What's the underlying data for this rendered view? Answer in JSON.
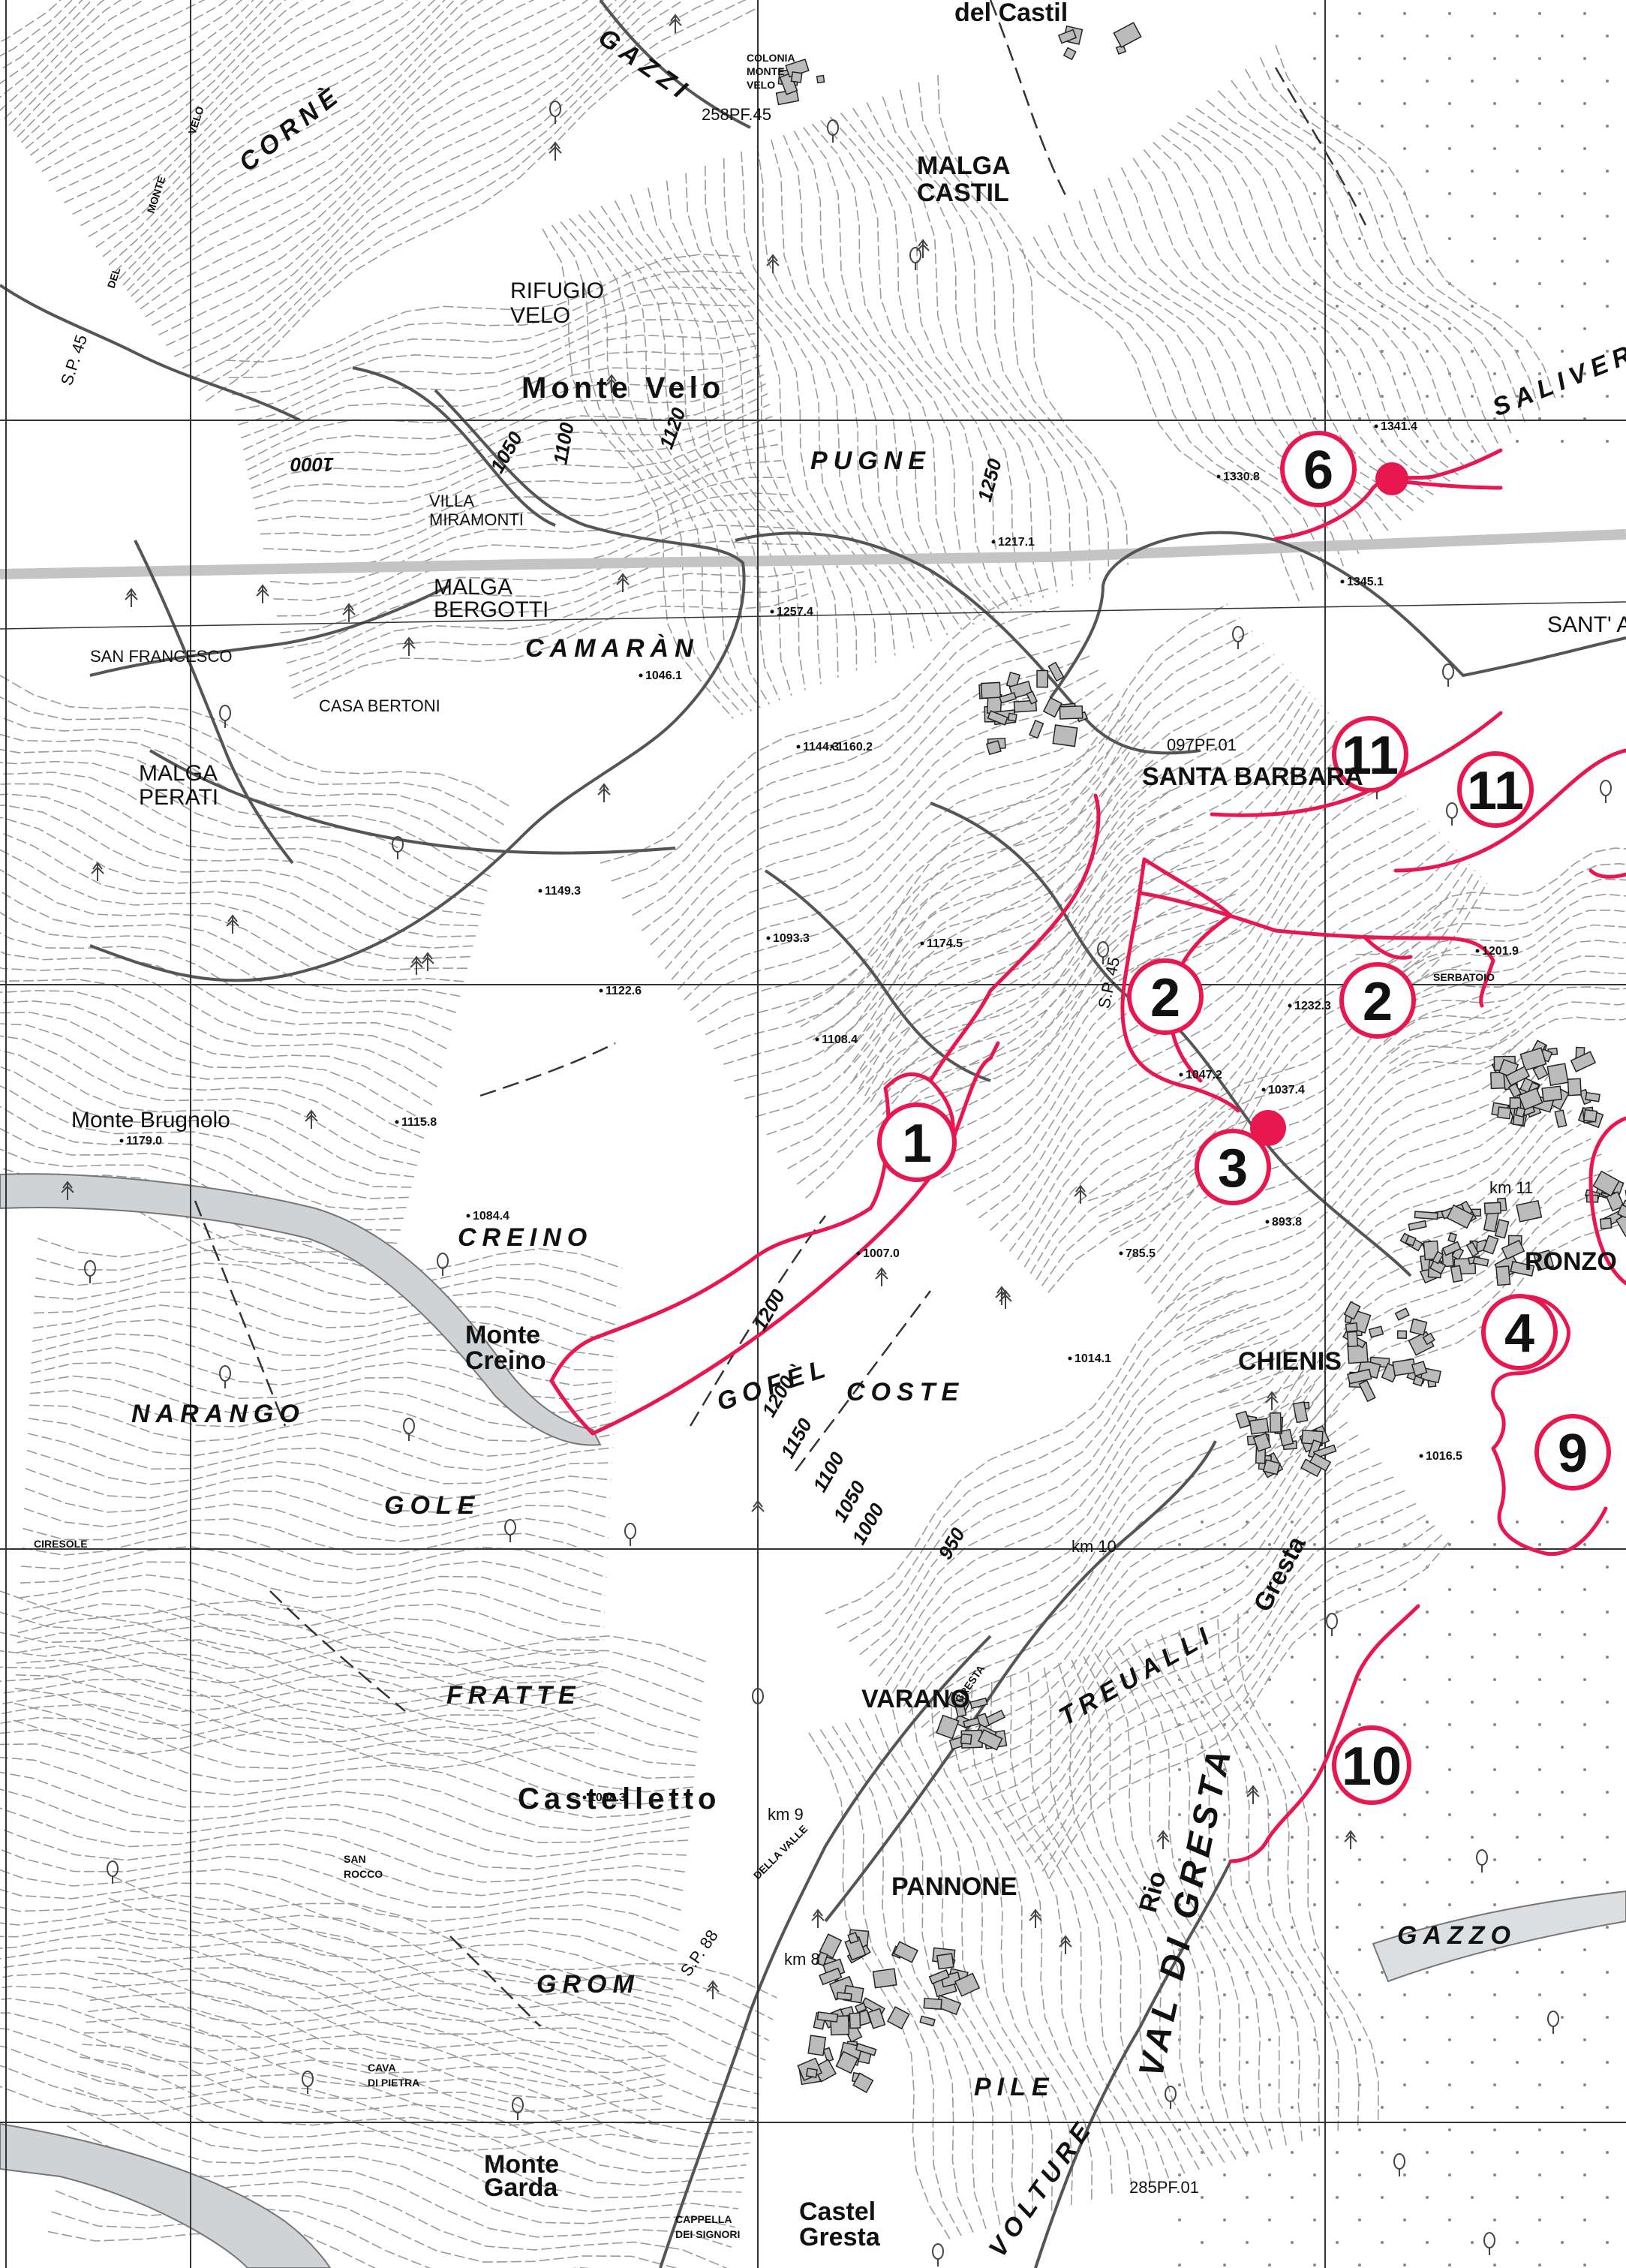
{
  "map": {
    "colors": {
      "route": "#e8174f",
      "grid": "#333333",
      "contour": "#9a9a9a",
      "road": "#555555",
      "lake": "#cfd3d6",
      "marker": "#e8174f"
    },
    "place_labels": {
      "del_castil": "del Castil",
      "gazzi": "GAZZI",
      "colonia_monte_velo": [
        "COLONIA",
        "MONTE",
        "VELO"
      ],
      "code_258pf45": "258PF.45",
      "malga_castil": [
        "MALGA",
        "CASTIL"
      ],
      "saliver": "SALIVER",
      "corne": "CORNÈ",
      "monte_del_velo_vertical": [
        "MONTE",
        "DEL",
        "VELO"
      ],
      "sp45_top": "S.P. 45",
      "rifugio_velo": [
        "RIFUGIO",
        "VELO"
      ],
      "monte_velo": "Monte Velo",
      "pugne": "PUGNE",
      "villa_miramonti": [
        "VILLA",
        "MIRAMONTI"
      ],
      "malga_bergotti": [
        "MALGA",
        "BERGOTTI"
      ],
      "camaran": "CAMARÀN",
      "san_francesco": "SAN  FRANCESCO",
      "casa_bertoni": "CASA BERTONI",
      "malga_perati": [
        "MALGA",
        "PERATI"
      ],
      "sant_anto": "SANT' ANTO",
      "code_097pf01": "097PF.01",
      "santa_barbara": "SANTA BARBARA",
      "serbatoio": "SERBATOIO",
      "sp45_mid": "S.P. 45",
      "monte_brugnolo": "Monte  Brugnolo",
      "creino": "CREINO",
      "monte_creino": [
        "Monte",
        "Creino"
      ],
      "gofel": "GOFÈL",
      "coste": "COSTE",
      "chienis": "CHIENIS",
      "ronzo": "RONZO",
      "km11": "km 11",
      "narango": "NARANGO",
      "gole": "GOLE",
      "ciresole": "CIRESOLE",
      "km10": "km 10",
      "gresta_river": "Gresta",
      "treualli": "TREUALLI",
      "fratte": "FRATTE",
      "varano": "VARANO",
      "gresta_small": "GRESTA",
      "castelletto": "Castelletto",
      "km9": "km 9",
      "della_valle": "DELLA  VALLE",
      "sp88": "S.P. 88",
      "val_di_gresta": "VAL  DI  GRESTA",
      "pannone": "PANNONE",
      "rio": "Rio",
      "san_rocco": [
        "SAN",
        "ROCCO"
      ],
      "grom": "GROM",
      "km8": "km 8",
      "gazzo": "GAZZO",
      "pile": "PILE",
      "cava_di_pietra": [
        "CAVA",
        "DI PIETRA"
      ],
      "monte_garda": [
        "Monte",
        "Garda"
      ],
      "voltuce": "VOLTURE",
      "code_285pf01": "285PF.01",
      "cappella_dei_signori": [
        "CAPPELLA",
        "DEI SIGNORI"
      ],
      "castel_gresta": [
        "Castel",
        "Gresta"
      ]
    },
    "contour_labels": [
      "1200",
      "1150",
      "1100",
      "1050",
      "1000",
      "950",
      "1100",
      "1050",
      "1000",
      "1120",
      "1250",
      "1200"
    ],
    "elevations": [
      "1179.0",
      "1217.1",
      "1345.1",
      "1330.8",
      "1341.4",
      "1201.9",
      "1232.3",
      "1047.2",
      "1037.4",
      "893.8",
      "785.5",
      "1014.1",
      "1016.5",
      "1008.3",
      "1007.0",
      "1084.4",
      "1046.1",
      "1144.3",
      "1160.2",
      "1149.3",
      "1115.8",
      "1093.3",
      "1108.4",
      "1122.6",
      "1174.5",
      "1257.4"
    ],
    "route_markers": [
      {
        "id": "route-1",
        "label": "1"
      },
      {
        "id": "route-2a",
        "label": "2"
      },
      {
        "id": "route-2b",
        "label": "2"
      },
      {
        "id": "route-3",
        "label": "3"
      },
      {
        "id": "route-4",
        "label": "4"
      },
      {
        "id": "route-6",
        "label": "6"
      },
      {
        "id": "route-9",
        "label": "9"
      },
      {
        "id": "route-10",
        "label": "10"
      },
      {
        "id": "route-11a",
        "label": "11"
      },
      {
        "id": "route-11b",
        "label": "11"
      }
    ]
  }
}
